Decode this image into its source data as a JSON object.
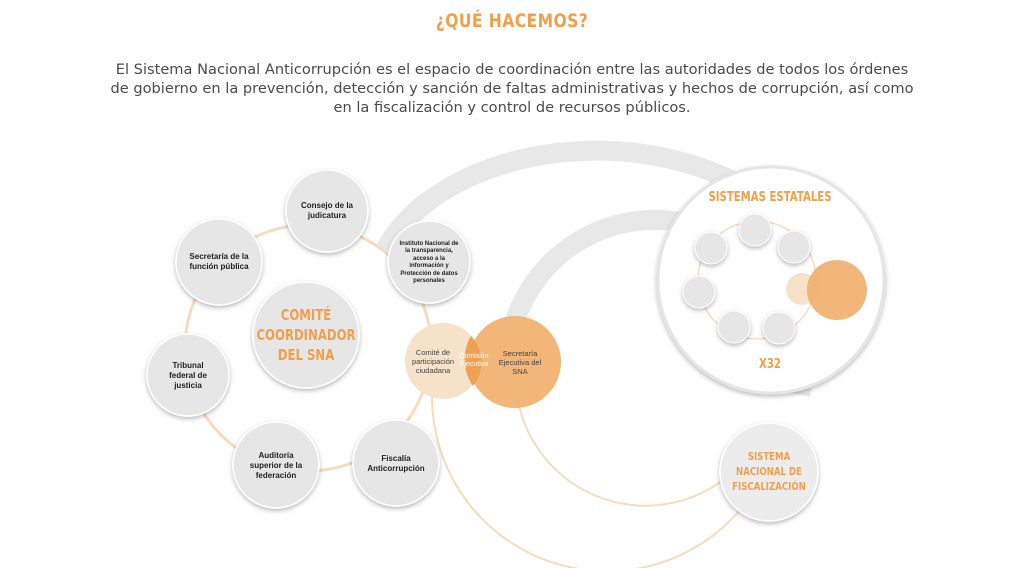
{
  "header": {
    "title": "¿QUÉ HACEMOS?",
    "intro": "El Sistema Nacional Anticorrupción es el espacio de coordinación entre las autoridades de todos los órdenes de gobierno en la prevención, detección y sanción de faltas administrativas y hechos de corrupción, así como en la fiscalización y control de recursos públicos."
  },
  "diagram": {
    "center": "COMITÉ COORDINADOR DEL SNA",
    "members": {
      "consejo": "Consejo de la judicatura",
      "secretaria_fp": "Secretaría de la función pública",
      "tribunal": "Tribunal federal de justicia",
      "auditoria": "Auditoría superior de la federación",
      "fiscalia": "Fiscalía Anticorrupción",
      "inai": "Instituto Nacional de la transparencia, acceso a la información y Protección de datos personales"
    },
    "venn": {
      "left": "Comité de participación ciudadana",
      "overlap": "Comisión Ejecutiva",
      "right": "Secretaría Ejecutiva del SNA"
    },
    "estatales": {
      "title": "SISTEMAS ESTATALES",
      "count": "X32"
    },
    "fiscalizacion": "SISTEMA NACIONAL DE FISCALIZACIÓN"
  },
  "colors": {
    "accent": "#f0a04b",
    "node_fill": "#e6e6e6",
    "ring": "#f3dcc0",
    "arc": "#e8e8e8"
  }
}
